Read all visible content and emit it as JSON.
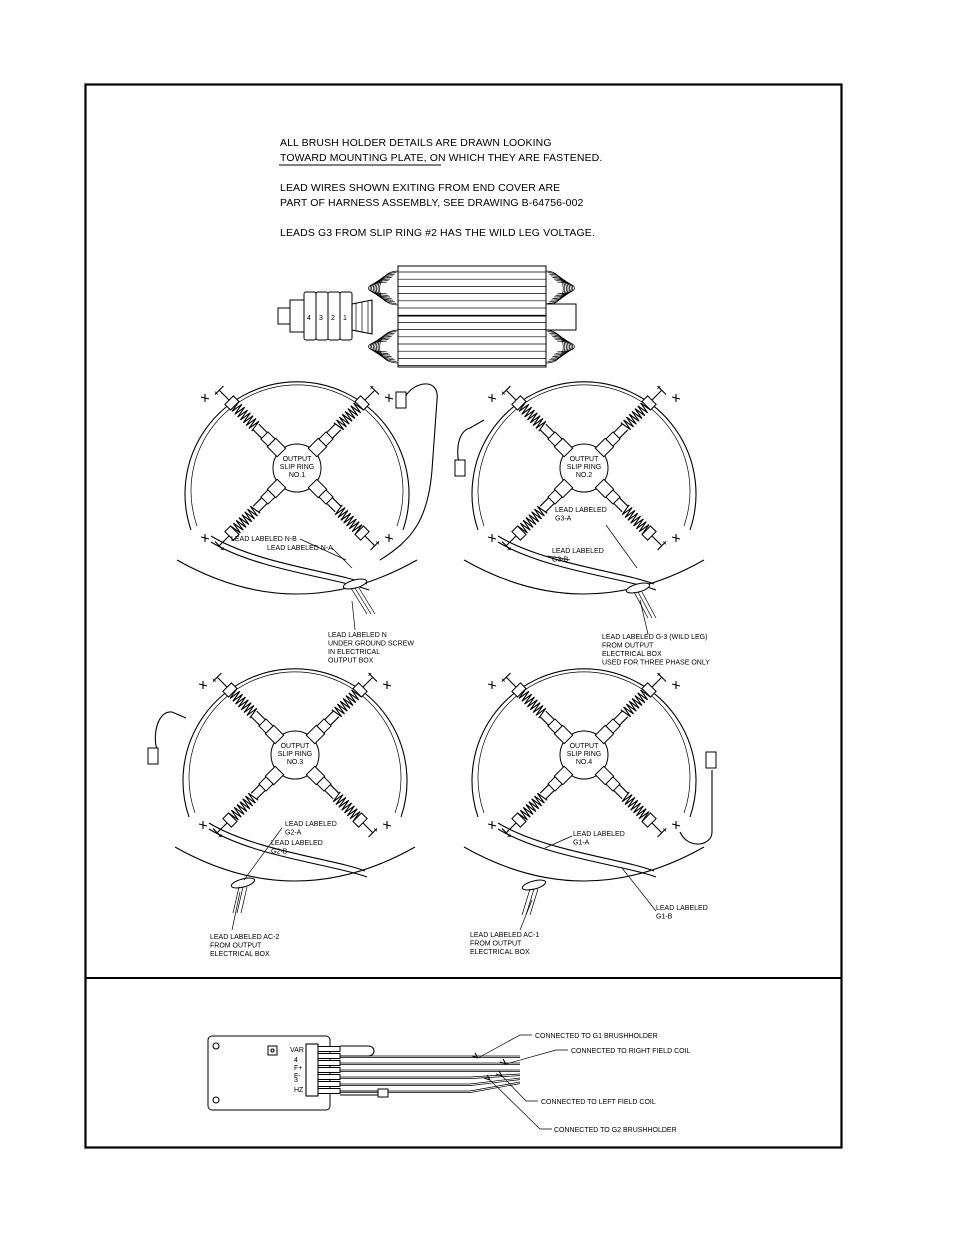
{
  "notes": {
    "line1": "ALL BRUSH HOLDER DETAILS ARE DRAWN LOOKING",
    "line2": "TOWARD MOUNTING PLATE, ON WHICH THEY ARE FASTENED.",
    "line3": "LEAD WIRES SHOWN EXITING FROM END COVER ARE",
    "line4": "PART OF HARNESS ASSEMBLY, SEE DRAWING B-64756-002",
    "line5": "LEADS G3 FROM SLIP RING #2 HAS THE WILD LEG VOLTAGE."
  },
  "rotor": {
    "ring_numbers": [
      "4",
      "3",
      "2",
      "1"
    ]
  },
  "rings": [
    {
      "title": [
        "OUTPUT",
        "SLIP RING",
        "NO.1"
      ],
      "labels": {
        "a": [
          "LEAD LABELED N-B"
        ],
        "b": [
          "LEAD LABELED N-A"
        ],
        "bottom": [
          "LEAD LABELED N",
          "UNDER GROUND SCREW",
          "IN ELECTRICAL",
          "OUTPUT BOX"
        ]
      }
    },
    {
      "title": [
        "OUTPUT",
        "SLIP RING",
        "NO.2"
      ],
      "labels": {
        "a": [
          "LEAD LABELED",
          "G3-A"
        ],
        "b": [
          "LEAD LABELED",
          "G3-B"
        ],
        "bottom": [
          "LEAD LABELED G-3 (WILD LEG)",
          "FROM OUTPUT",
          "ELECTRICAL BOX",
          "USED FOR THREE PHASE ONLY"
        ]
      }
    },
    {
      "title": [
        "OUTPUT",
        "SLIP RING",
        "NO.3"
      ],
      "labels": {
        "a": [
          "LEAD LABELED",
          "G2-A"
        ],
        "b": [
          "LEAD LABELED",
          "G2-B"
        ],
        "bottom": [
          "LEAD LABELED AC-2",
          "FROM OUTPUT",
          "ELECTRICAL BOX"
        ]
      }
    },
    {
      "title": [
        "OUTPUT",
        "SLIP RING",
        "NO.4"
      ],
      "labels": {
        "a": [
          "LEAD LABELED",
          "G1-A"
        ],
        "b": [
          "LEAD LABELED",
          "G1-B"
        ],
        "bottom": [
          "LEAD LABELED AC-1",
          "FROM OUTPUT",
          "ELECTRICAL BOX"
        ]
      }
    }
  ],
  "regulator": {
    "terminals": [
      "VAR",
      "4",
      "F+",
      "F-",
      "3",
      "HZ"
    ],
    "connections": [
      "CONNECTED TO G1 BRUSHHOLDER",
      "CONNECTED TO RIGHT FIELD COIL",
      "CONNECTED TO LEFT FIELD COIL",
      "CONNECTED TO G2 BRUSHHOLDER"
    ]
  }
}
